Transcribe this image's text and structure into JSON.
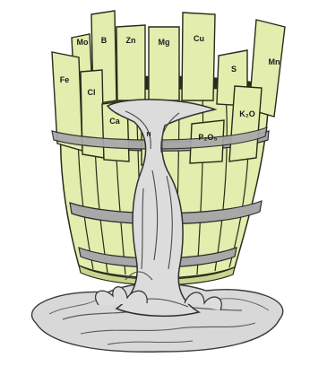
{
  "diagram": {
    "staves": [
      {
        "id": "mo",
        "label": "Mo"
      },
      {
        "id": "b",
        "label": "B"
      },
      {
        "id": "zn",
        "label": "Zn"
      },
      {
        "id": "mg",
        "label": "Mg"
      },
      {
        "id": "cu",
        "label": "Cu"
      },
      {
        "id": "fe",
        "label": "Fe"
      },
      {
        "id": "cl",
        "label": "Cl"
      },
      {
        "id": "ca",
        "label": "Ca"
      },
      {
        "id": "n",
        "label": "N"
      },
      {
        "id": "p2o5",
        "label": "P₂O₅"
      },
      {
        "id": "k2o",
        "label": "K₂O"
      },
      {
        "id": "s",
        "label": "S"
      },
      {
        "id": "mn",
        "label": "Mn"
      }
    ],
    "colors": {
      "stave_fill": "#e2edae",
      "stave_stroke": "#2a2a1a",
      "hoop": "#a8a8a8",
      "water": "#dcdcdc",
      "shadow": "#8c8c8c"
    }
  }
}
